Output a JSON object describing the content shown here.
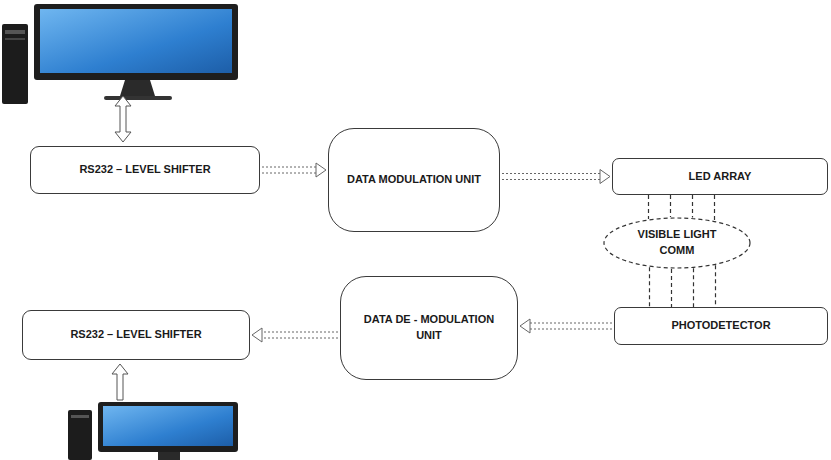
{
  "diagram": {
    "nodes": [
      {
        "text": [
          "RS232 – LEVEL SHIFTER"
        ]
      },
      {
        "text": [
          "DATA MODULATION UNIT"
        ]
      },
      {
        "text": [
          "LED ARRAY"
        ]
      },
      {
        "text": [
          "VISIBLE LIGHT COMM"
        ]
      },
      {
        "text": [
          "PHOTODETECTOR"
        ]
      },
      {
        "text": [
          "DATA DE - MODULATION UNIT"
        ]
      },
      {
        "text": [
          "RS232 – LEVEL SHIFTER"
        ]
      }
    ],
    "edges": [
      {
        "from": 0,
        "to": 1,
        "arrow": "to"
      },
      {
        "from": 1,
        "to": 2,
        "arrow": "to"
      },
      {
        "from": 2,
        "to": 3,
        "arrow": "none"
      },
      {
        "from": 3,
        "to": 4,
        "arrow": "none"
      },
      {
        "from": 4,
        "to": 5,
        "arrow": "to"
      },
      {
        "from": 5,
        "to": 6,
        "arrow": "to"
      }
    ]
  }
}
